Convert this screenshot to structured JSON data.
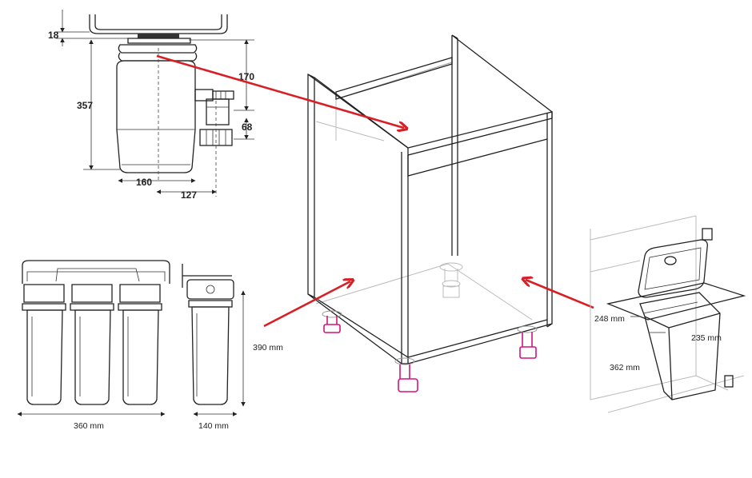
{
  "disposer": {
    "dim_top": "18",
    "dim_height": "357",
    "dim_outlet": "170",
    "dim_side": "68",
    "dim_width": "160",
    "dim_offset": "127"
  },
  "filter": {
    "dim_width": "360 mm",
    "dim_depth": "140 mm",
    "dim_height": "390 mm"
  },
  "bin": {
    "dim_depth": "248 mm",
    "dim_width": "235 mm",
    "dim_height": "362 mm"
  },
  "colors": {
    "arrow": "#d81f26",
    "legs": "#d4147a"
  }
}
